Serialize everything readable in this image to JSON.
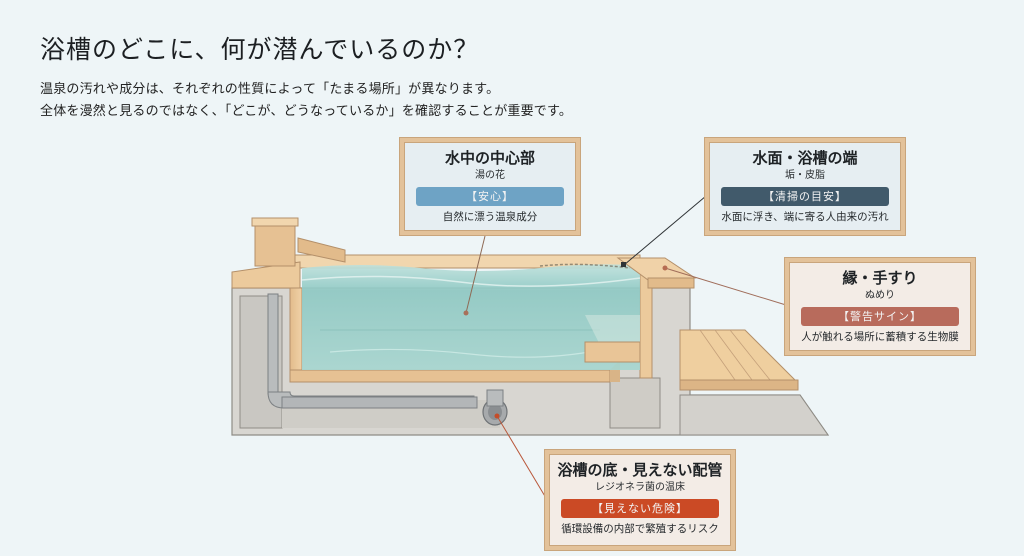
{
  "header": {
    "title": "浴槽のどこに、何が潜んでいるのか？",
    "lead_line1": "温泉の汚れや成分は、それぞれの性質によって「たまる場所」が異なります。",
    "lead_line2": "全体を漫然と見るのではなく、「どこが、どうなっているか」を確認することが重要です。"
  },
  "colors": {
    "background": "#eef5f7",
    "water": "#8fc9c4",
    "wood": "#e9c597",
    "concrete": "#d6d4cf",
    "badge_safe": "#6ea3c5",
    "badge_guide": "#415a6b",
    "badge_warning": "#b86b5c",
    "badge_danger": "#cb4a25"
  },
  "callouts": [
    {
      "id": "center",
      "title": "水中の中心部",
      "subtitle": "湯の花",
      "badge": "【安心】",
      "badge_color": "#6ea3c5",
      "description": "自然に漂う温泉成分"
    },
    {
      "id": "surface",
      "title": "水面・浴槽の端",
      "subtitle": "垢・皮脂",
      "badge": "【清掃の目安】",
      "badge_color": "#415a6b",
      "description": "水面に浮き、端に寄る人由来の汚れ"
    },
    {
      "id": "edge",
      "title": "縁・手すり",
      "subtitle": "ぬめり",
      "badge": "【警告サイン】",
      "badge_color": "#b86b5c",
      "description": "人が触れる場所に蓄積する生物膜"
    },
    {
      "id": "bottom",
      "title": "浴槽の底・見えない配管",
      "subtitle": "レジオネラ菌の温床",
      "badge": "【見えない危険】",
      "badge_color": "#cb4a25",
      "description": "循環設備の内部で繁殖するリスク"
    }
  ]
}
